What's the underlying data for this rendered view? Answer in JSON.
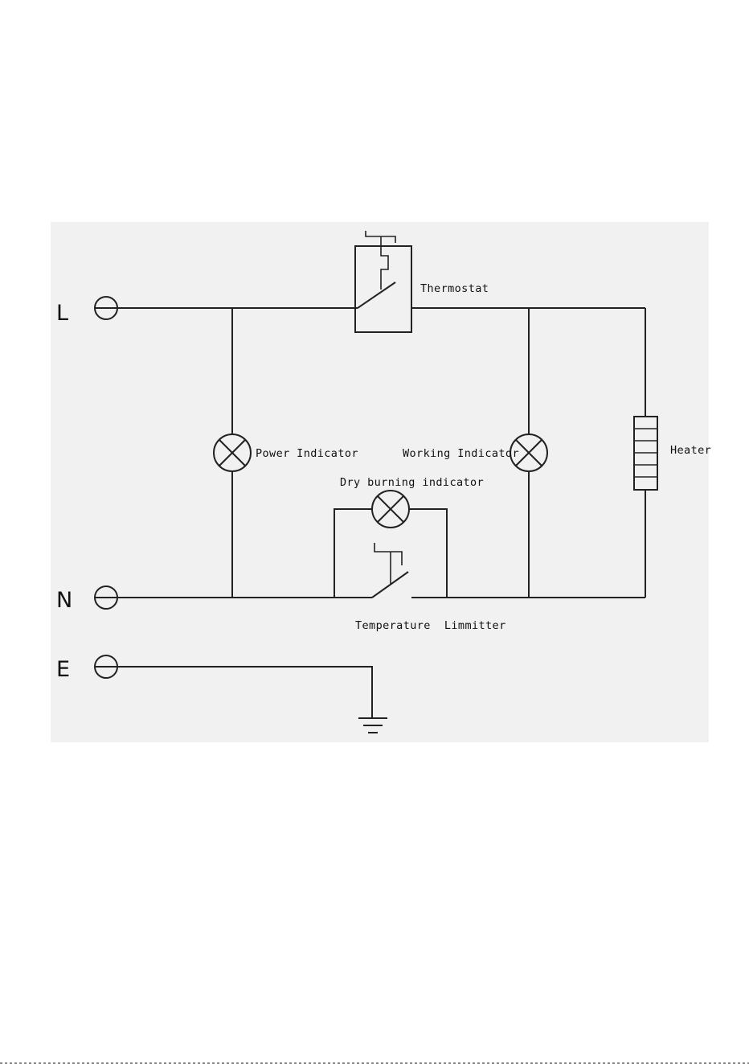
{
  "terminals": {
    "live": "L",
    "neutral": "N",
    "earth": "E"
  },
  "components": {
    "thermostat": "Thermostat",
    "power_indicator": "Power Indicator",
    "working_indicator": "Working Indicator",
    "dry_burning_indicator": "Dry burning indicator",
    "heater": "Heater",
    "temperature_limiter": "Temperature  Limmitter"
  },
  "colors": {
    "panel_background": "#f1f1f1",
    "line": "#222222"
  }
}
